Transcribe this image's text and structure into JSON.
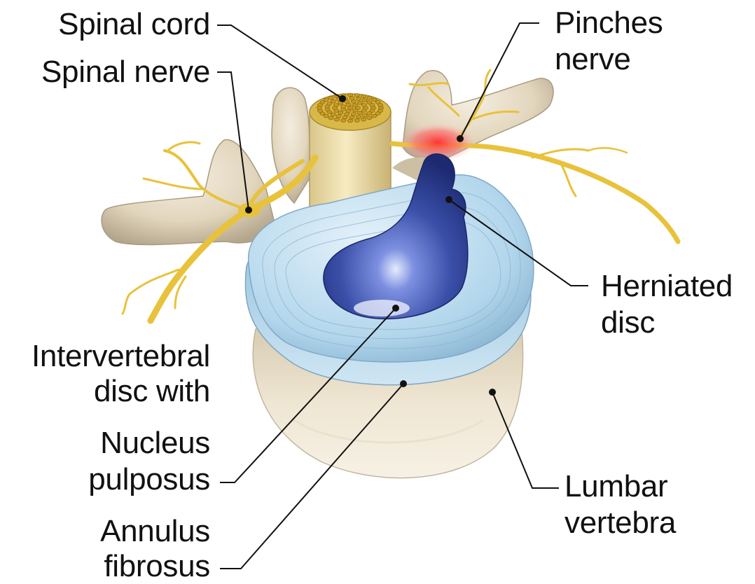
{
  "labels": {
    "spinal_cord": "Spinal cord",
    "spinal_nerve": "Spinal nerve",
    "pinches_nerve_1": "Pinches",
    "pinches_nerve_2": "nerve",
    "herniated_disc_1": "Herniated",
    "herniated_disc_2": "disc",
    "intervertebral_1": "Intervertebral",
    "intervertebral_2": "disc with",
    "nucleus_1": "Nucleus",
    "nucleus_2": "pulposus",
    "annulus_1": "Annulus",
    "annulus_2": "fibrosus",
    "lumbar_1": "Lumbar",
    "lumbar_2": "vertebra"
  },
  "colors": {
    "bone": "#e6dcc6",
    "bone_shadow": "#b9ad95",
    "disc_ring": "#a9cfe6",
    "disc_ring_dark": "#7fa9c6",
    "nucleus": "#3a4fa8",
    "nucleus_dark": "#1d2a72",
    "nerve": "#e8c23a",
    "cord": "#efe0a8",
    "pinch_glow": "#ff4a4a",
    "leader": "#111111"
  }
}
